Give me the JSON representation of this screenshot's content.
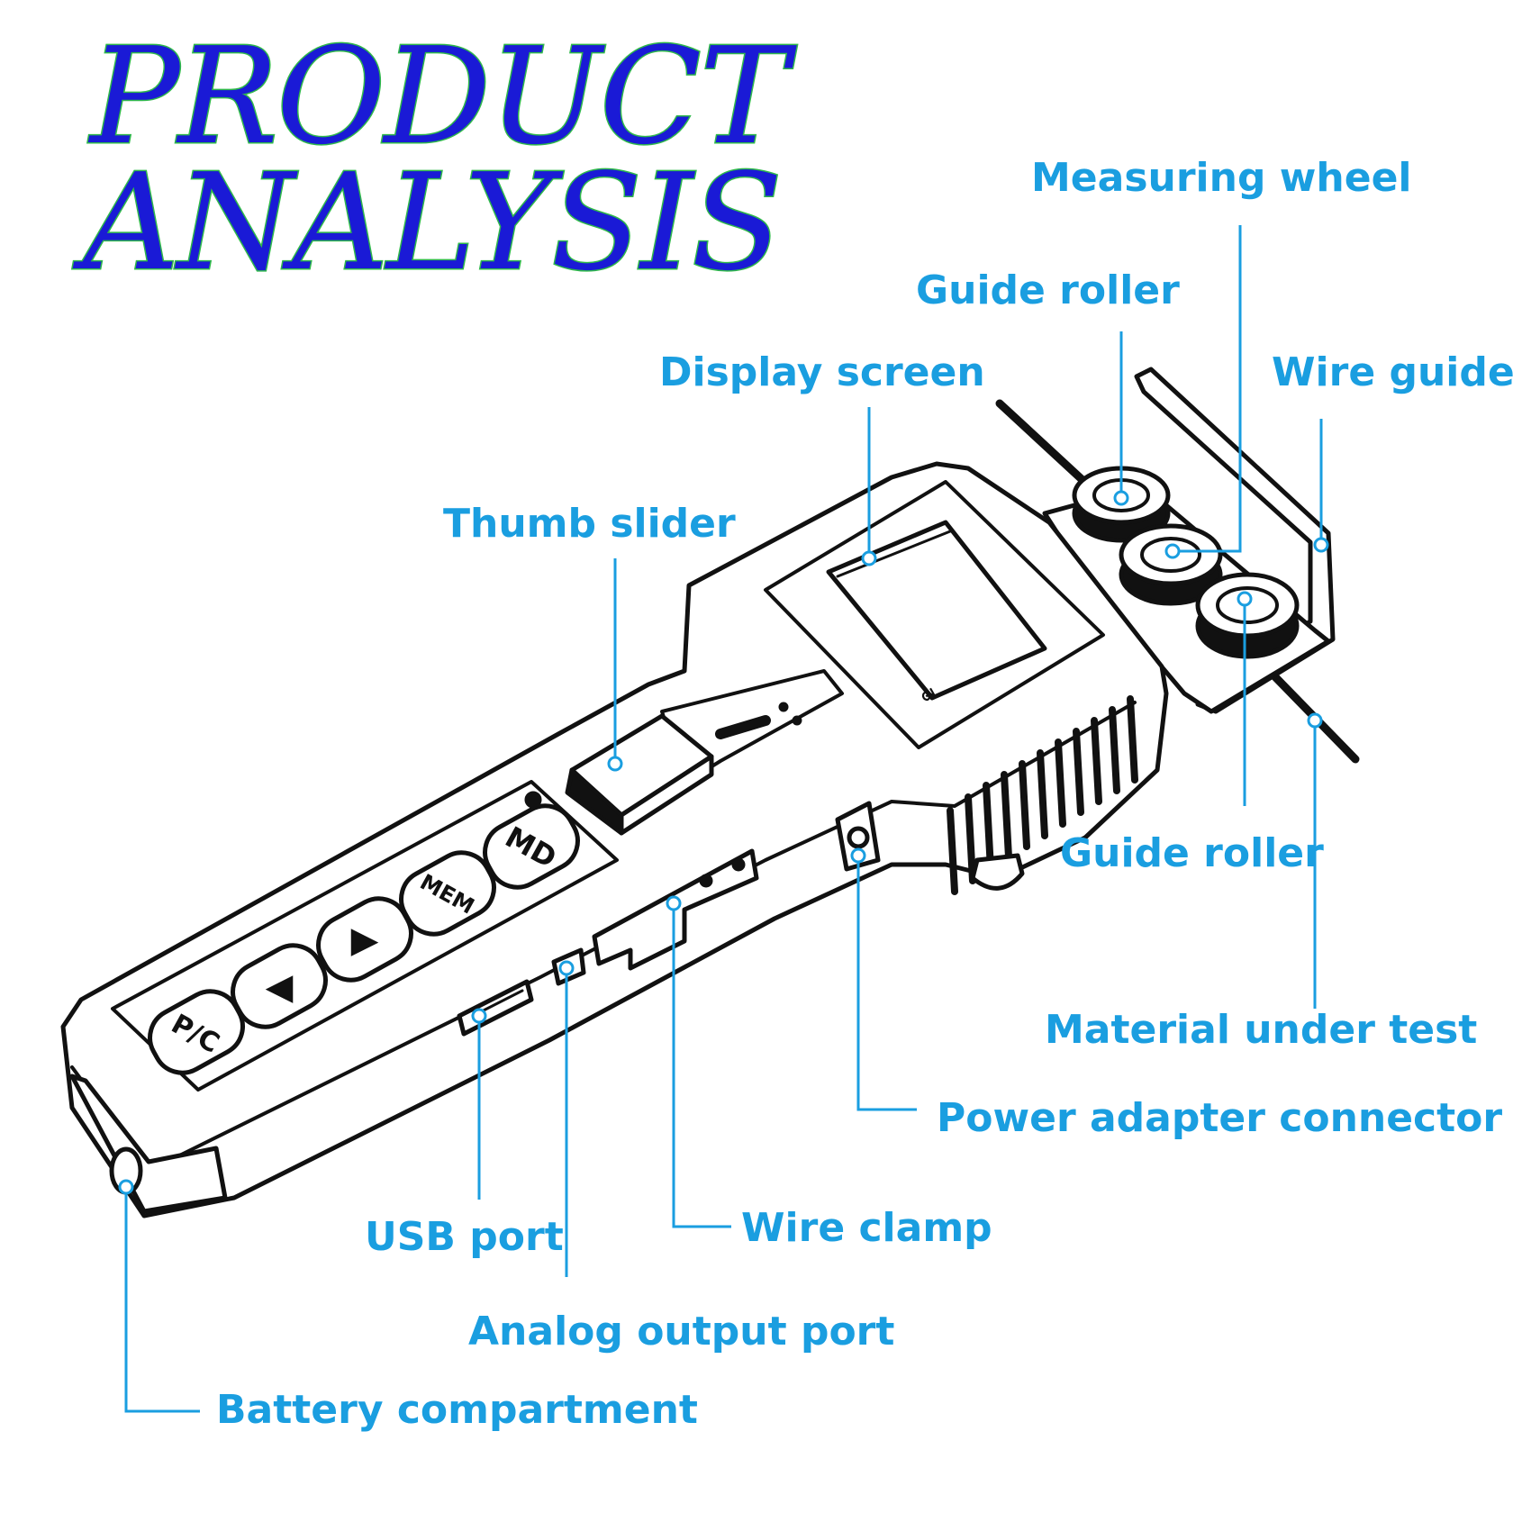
{
  "title": {
    "line1": "PRODUCT",
    "line2": "ANALYSIS"
  },
  "colors": {
    "title_fill": "#1a1ad6",
    "title_outline": "#2fb84a",
    "callout": "#1a9ee0",
    "outline": "#111111"
  },
  "device": {
    "buttons": [
      "P/C",
      "◀",
      "▶",
      "MEM",
      "MD"
    ]
  },
  "callouts": [
    {
      "id": "measuring-wheel",
      "label": "Measuring wheel"
    },
    {
      "id": "guide-roller-top",
      "label": "Guide roller"
    },
    {
      "id": "display-screen",
      "label": "Display screen"
    },
    {
      "id": "wire-guide",
      "label": "Wire guide"
    },
    {
      "id": "thumb-slider",
      "label": "Thumb slider"
    },
    {
      "id": "guide-roller-bottom",
      "label": "Guide roller"
    },
    {
      "id": "material-under-test",
      "label": "Material under test"
    },
    {
      "id": "power-adapter-connector",
      "label": "Power adapter connector"
    },
    {
      "id": "wire-clamp",
      "label": "Wire clamp"
    },
    {
      "id": "usb-port",
      "label": "USB port"
    },
    {
      "id": "analog-output-port",
      "label": "Analog output port"
    },
    {
      "id": "battery-compartment",
      "label": "Battery compartment"
    }
  ]
}
